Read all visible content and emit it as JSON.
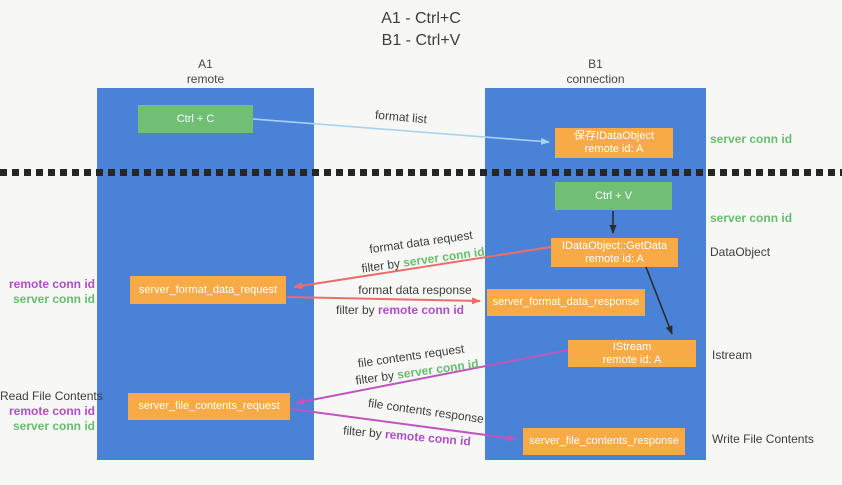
{
  "colors": {
    "bg": "#f7f7f6",
    "lane_blue": "#4a82d7",
    "box_green": "#70bf74",
    "box_orange": "#f8aa47",
    "arrow_salmon": "#ee6c6c",
    "arrow_magenta": "#c055c0",
    "arrow_lightblue": "#a8d3f0",
    "arrow_black": "#2b2b2b",
    "text_green": "#67bd6d",
    "text_purple": "#af4fc8",
    "text_dark": "#3d3d3d"
  },
  "title": {
    "lines": [
      "A1 - Ctrl+C",
      "B1 - Ctrl+V"
    ]
  },
  "lanes": {
    "left": {
      "title": "A1",
      "subtitle": "remote"
    },
    "right": {
      "title": "B1",
      "subtitle": "connection"
    }
  },
  "nodes": {
    "ctrl_c": {
      "label": "Ctrl + C"
    },
    "ctrl_v": {
      "label": "Ctrl + V"
    },
    "save_dataobject": {
      "line1": "保存IDataObject",
      "line2": "remote id: A"
    },
    "getdata": {
      "line1": "IDataObject::GetData",
      "line2": "remote id: A"
    },
    "istream": {
      "line1": "IStream",
      "line2": "remote id: A"
    },
    "format_request": {
      "label": "server_format_data_request"
    },
    "format_response": {
      "label": "server_format_data_response"
    },
    "file_request": {
      "label": "server_file_contents_request"
    },
    "file_response": {
      "label": "server_file_contents_response"
    }
  },
  "edge_labels": {
    "format_list": "format list",
    "format_data_request": "format data request",
    "format_data_request_filter": {
      "prefix": "filter by ",
      "id": "server conn id"
    },
    "format_data_response": "format data response",
    "format_data_response_filter": {
      "prefix": "filter by ",
      "id": "remote conn id"
    },
    "file_contents_request": "file contents request",
    "file_contents_request_filter": {
      "prefix": "filter by ",
      "id": "server conn id"
    },
    "file_contents_response": "file contents response",
    "file_contents_response_filter": {
      "prefix": "filter by ",
      "id": "remote conn id"
    }
  },
  "side_labels": {
    "right_server_conn_id_top": "server conn id",
    "right_server_conn_id_mid": "server conn id",
    "right_dataobject": "DataObject",
    "right_istream": "Istream",
    "right_write_file": "Write File Contents",
    "left_read_file": "Read File Contents",
    "left_remote_conn_id_top": "remote conn id",
    "left_server_conn_id_top": "server conn id",
    "left_remote_conn_id_bottom": "remote conn id",
    "left_server_conn_id_bottom": "server conn id"
  }
}
